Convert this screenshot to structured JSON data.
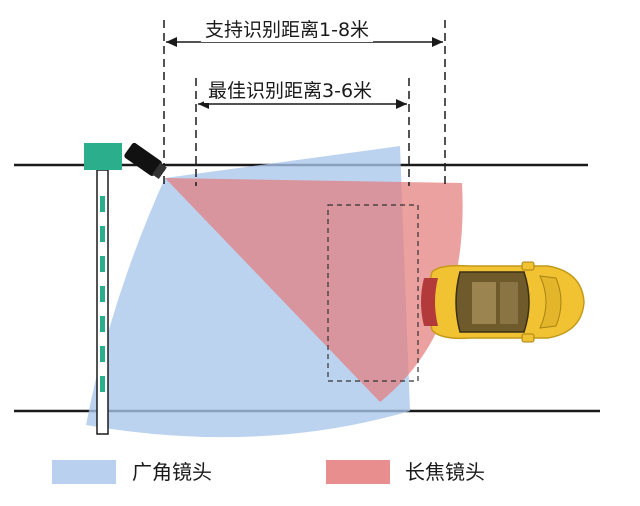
{
  "dimensions": {
    "outer_range_label": "支持识别距离1-8米",
    "inner_range_label": "最佳识别距离3-6米"
  },
  "legend": [
    {
      "label": "广角镜头",
      "color": "#b9d0ee"
    },
    {
      "label": "长焦镜头",
      "color": "#e88e8e"
    }
  ],
  "colors": {
    "wide_angle": "#a9c6ec",
    "telephoto": "#e47d7d",
    "pole_box": "#2bae8c",
    "pole_stripe": "#2bae8c",
    "car_body": "#f1c232",
    "road_line": "#1a1a1a"
  },
  "icons": {
    "camera": "camera-icon",
    "car": "car-icon",
    "barrier": "barrier-pole-icon"
  }
}
